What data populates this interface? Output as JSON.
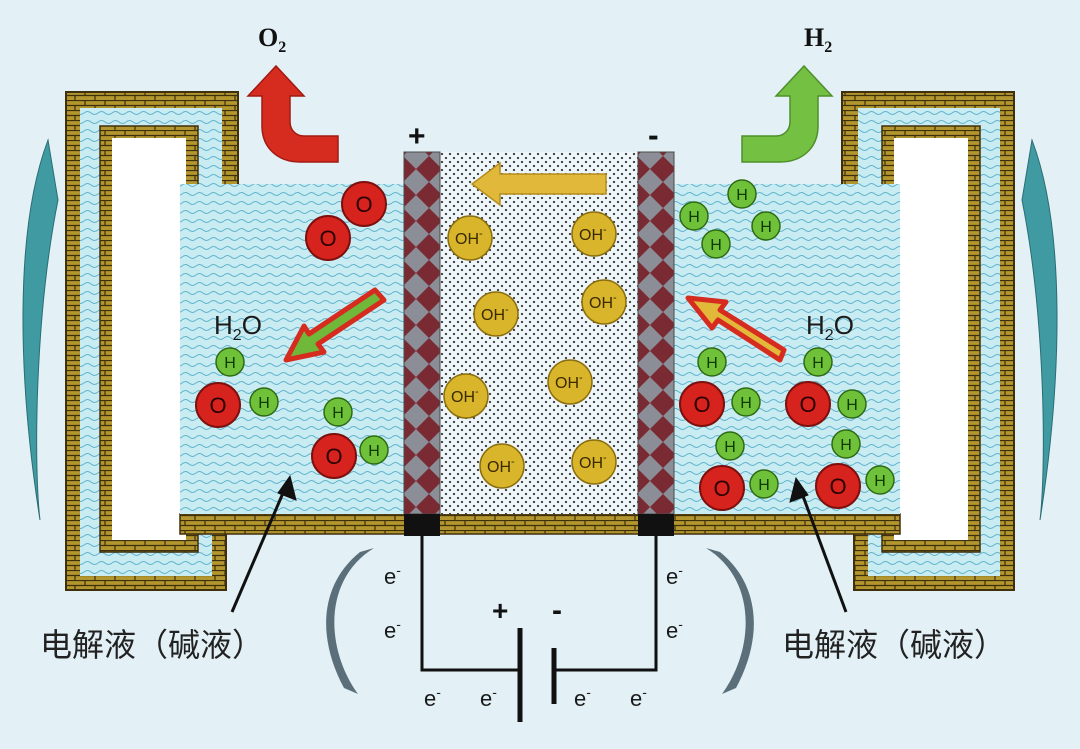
{
  "gases": {
    "left": {
      "main": "O",
      "sub": "2"
    },
    "right": {
      "main": "H",
      "sub": "2"
    }
  },
  "electrodes": {
    "anode_sign": "+",
    "cathode_sign": "-"
  },
  "ions": {
    "hydroxide": "OH",
    "charge": "-"
  },
  "molecules": {
    "left_label": {
      "main": "H",
      "sub": "2",
      "tail": "O"
    },
    "right_label": {
      "main": "H",
      "sub": "2",
      "tail": "O"
    },
    "oxygen_atom": "O",
    "hydrogen_atom": "H"
  },
  "electrolyte": {
    "left_label": "电解液（碱液）",
    "right_label": "电解液（碱液）"
  },
  "circuit": {
    "battery_plus": "+",
    "battery_minus": "-",
    "electron": "e",
    "electron_charge": "-"
  },
  "colors": {
    "background": "#e3f1f7",
    "electrolyte": "#c9ecf3",
    "wall_brick": "#b3962e",
    "electrode": "#7a2a33",
    "diaphragm_dots": "#3b3b3b",
    "oxygen": "#d7231e",
    "hydrogen": "#6fc13a",
    "hydroxide": "#d8b52a",
    "o2_arrow": "#d62b1f",
    "h2_arrow": "#74c043",
    "ion_arrow": "#e2b83a"
  }
}
